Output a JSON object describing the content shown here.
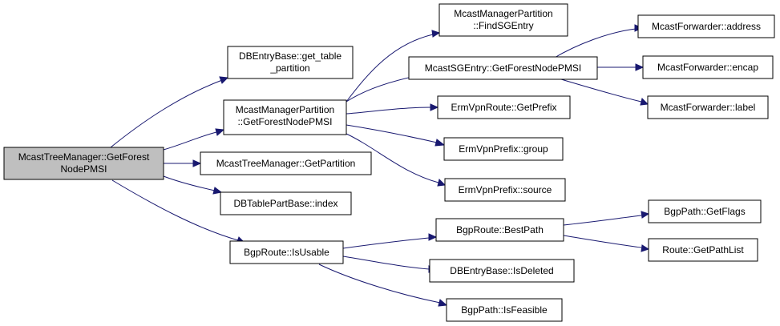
{
  "colors": {
    "edge": "#191970",
    "root_fill": "#bfbfbf",
    "node_fill": "#ffffff",
    "node_stroke": "#000000"
  },
  "nodes": {
    "root": [
      "McastTreeManager::GetForest",
      "NodePMSI"
    ],
    "get_table_partition": [
      "DBEntryBase::get_table",
      "_partition"
    ],
    "mmp_getforest": [
      "McastManagerPartition",
      "::GetForestNodePMSI"
    ],
    "get_partition": [
      "McastTreeManager::GetPartition"
    ],
    "index": [
      "DBTablePartBase::index"
    ],
    "is_usable": [
      "BgpRoute::IsUsable"
    ],
    "find_sg_entry": [
      "McastManagerPartition",
      "::FindSGEntry"
    ],
    "sg_getforest": [
      "McastSGEntry::GetForestNodePMSI"
    ],
    "erm_getprefix": [
      "ErmVpnRoute::GetPrefix"
    ],
    "erm_group": [
      "ErmVpnPrefix::group"
    ],
    "erm_source": [
      "ErmVpnPrefix::source"
    ],
    "best_path": [
      "BgpRoute::BestPath"
    ],
    "is_deleted": [
      "DBEntryBase::IsDeleted"
    ],
    "is_feasible": [
      "BgpPath::IsFeasible"
    ],
    "fwd_address": [
      "McastForwarder::address"
    ],
    "fwd_encap": [
      "McastForwarder::encap"
    ],
    "fwd_label": [
      "McastForwarder::label"
    ],
    "get_flags": [
      "BgpPath::GetFlags"
    ],
    "get_path_list": [
      "Route::GetPathList"
    ]
  }
}
